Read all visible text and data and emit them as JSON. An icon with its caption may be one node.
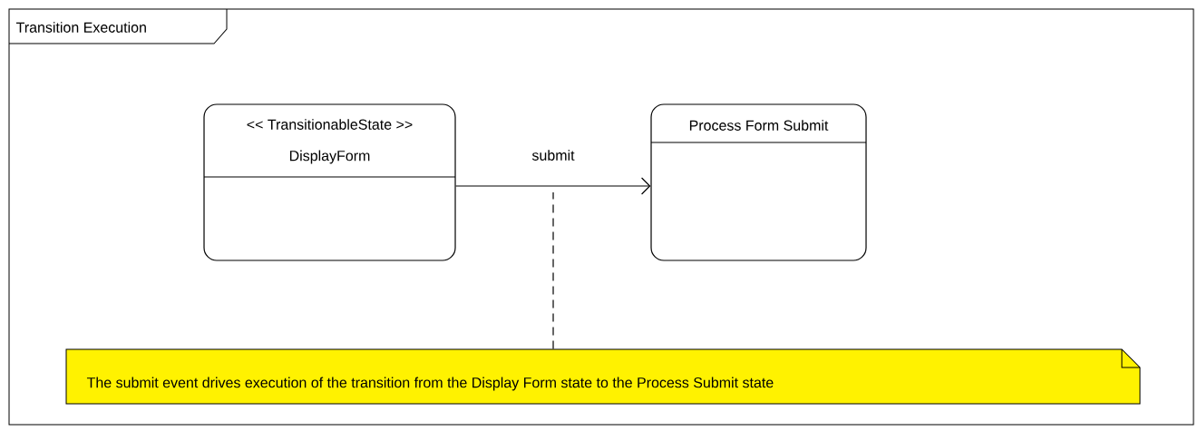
{
  "diagram": {
    "nodes": [
      {
        "text": [
          "Transition Execution"
        ]
      },
      {
        "text": [
          "<< TransitionableState >>",
          "DisplayForm"
        ],
        "in": 0
      },
      {
        "text": [
          "Process Form Submit"
        ],
        "in": 0
      },
      {
        "text": [
          "The submit event drives execution of the transition from the Display Form state to the Process Submit state"
        ],
        "in": 0
      }
    ],
    "edges": [
      {
        "from": 1,
        "to": 2,
        "arrow": "to",
        "label": "submit"
      },
      {
        "from": 3,
        "to": null,
        "arrow": "none",
        "style": "dashed"
      }
    ]
  }
}
